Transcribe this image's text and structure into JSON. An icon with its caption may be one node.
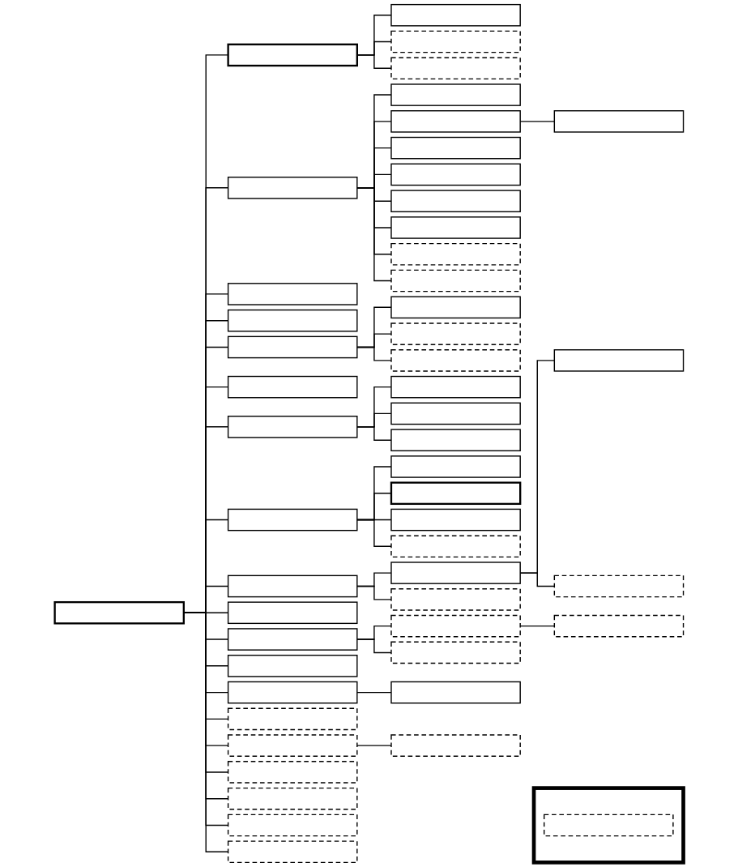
{
  "diagram": {
    "nodes": [
      {
        "text": [],
        "shape": "box"
      },
      {
        "text": [],
        "shape": "box"
      },
      {
        "text": [],
        "shape": "box"
      },
      {
        "text": [],
        "shape": "box"
      },
      {
        "text": [],
        "shape": "box"
      },
      {
        "text": [],
        "shape": "box"
      },
      {
        "text": [],
        "shape": "box"
      },
      {
        "text": [],
        "shape": "box"
      },
      {
        "text": [],
        "shape": "box"
      },
      {
        "text": [],
        "shape": "box"
      },
      {
        "text": [],
        "shape": "box"
      },
      {
        "text": [],
        "shape": "box"
      },
      {
        "text": [],
        "shape": "box"
      },
      {
        "text": [],
        "shape": "box"
      },
      {
        "text": [],
        "shape": "box"
      },
      {
        "text": [],
        "shape": "box"
      },
      {
        "text": [],
        "shape": "box"
      },
      {
        "text": [],
        "shape": "box"
      },
      {
        "text": [],
        "shape": "box"
      },
      {
        "text": [],
        "shape": "box"
      },
      {
        "text": [],
        "shape": "box"
      },
      {
        "text": [],
        "shape": "box"
      },
      {
        "text": [],
        "shape": "box"
      },
      {
        "text": [],
        "shape": "box"
      },
      {
        "text": [],
        "shape": "box"
      },
      {
        "text": [],
        "shape": "box"
      },
      {
        "text": [],
        "shape": "box"
      },
      {
        "text": [],
        "shape": "box"
      },
      {
        "text": [],
        "shape": "box"
      },
      {
        "text": [],
        "shape": "box"
      },
      {
        "text": [],
        "shape": "box"
      },
      {
        "text": [],
        "shape": "box"
      },
      {
        "text": [],
        "shape": "box"
      },
      {
        "text": [],
        "shape": "box"
      },
      {
        "text": [],
        "shape": "box"
      },
      {
        "text": [],
        "shape": "box"
      },
      {
        "text": [],
        "shape": "box"
      },
      {
        "text": [],
        "shape": "box"
      },
      {
        "text": [],
        "shape": "box"
      },
      {
        "text": [],
        "shape": "box"
      },
      {
        "text": [],
        "shape": "box"
      },
      {
        "text": [],
        "shape": "box"
      },
      {
        "text": [],
        "shape": "box"
      },
      {
        "text": [],
        "shape": "box"
      },
      {
        "text": [],
        "shape": "box"
      },
      {
        "text": [],
        "shape": "box"
      },
      {
        "text": [],
        "shape": "box"
      },
      {
        "text": [],
        "shape": "box"
      },
      {
        "text": [],
        "shape": "box"
      },
      {
        "text": [],
        "shape": "box"
      },
      {
        "text": [],
        "shape": "box"
      },
      {
        "text": [],
        "shape": "box"
      },
      {
        "text": [],
        "shape": "box",
        "in": 51
      }
    ],
    "edges": [
      {
        "from": 0,
        "to": 1,
        "arrow": "none"
      },
      {
        "from": 1,
        "to": 2,
        "arrow": "none"
      },
      {
        "from": 1,
        "to": 3,
        "arrow": "none"
      },
      {
        "from": 1,
        "to": 4,
        "arrow": "none"
      },
      {
        "from": 0,
        "to": 5,
        "arrow": "none"
      },
      {
        "from": 5,
        "to": 6,
        "arrow": "none"
      },
      {
        "from": 5,
        "to": 7,
        "arrow": "none"
      },
      {
        "from": 7,
        "to": 8,
        "arrow": "none"
      },
      {
        "from": 5,
        "to": 9,
        "arrow": "none"
      },
      {
        "from": 5,
        "to": 10,
        "arrow": "none"
      },
      {
        "from": 5,
        "to": 11,
        "arrow": "none"
      },
      {
        "from": 5,
        "to": 12,
        "arrow": "none"
      },
      {
        "from": 5,
        "to": 13,
        "arrow": "none"
      },
      {
        "from": 5,
        "to": 14,
        "arrow": "none"
      },
      {
        "from": 0,
        "to": 15,
        "arrow": "none"
      },
      {
        "from": 0,
        "to": 16,
        "arrow": "none"
      },
      {
        "from": 0,
        "to": 17,
        "arrow": "none"
      },
      {
        "from": 17,
        "to": 18,
        "arrow": "none"
      },
      {
        "from": 17,
        "to": 19,
        "arrow": "none"
      },
      {
        "from": 17,
        "to": 20,
        "arrow": "none"
      },
      {
        "from": 0,
        "to": 21,
        "arrow": "none"
      },
      {
        "from": 0,
        "to": 22,
        "arrow": "none"
      },
      {
        "from": 22,
        "to": 23,
        "arrow": "none"
      },
      {
        "from": 22,
        "to": 24,
        "arrow": "none"
      },
      {
        "from": 22,
        "to": 25,
        "arrow": "none"
      },
      {
        "from": 0,
        "to": 26,
        "arrow": "none"
      },
      {
        "from": 26,
        "to": 27,
        "arrow": "none"
      },
      {
        "from": 26,
        "to": 28,
        "arrow": "none"
      },
      {
        "from": 26,
        "to": 29,
        "arrow": "none"
      },
      {
        "from": 26,
        "to": 30,
        "arrow": "none"
      },
      {
        "from": 0,
        "to": 31,
        "arrow": "none"
      },
      {
        "from": 31,
        "to": 32,
        "arrow": "none"
      },
      {
        "from": 32,
        "to": 33,
        "arrow": "none"
      },
      {
        "from": 32,
        "to": 34,
        "arrow": "none"
      },
      {
        "from": 31,
        "to": 35,
        "arrow": "none"
      },
      {
        "from": 0,
        "to": 36,
        "arrow": "none"
      },
      {
        "from": 0,
        "to": 37,
        "arrow": "none"
      },
      {
        "from": 37,
        "to": 38,
        "arrow": "none"
      },
      {
        "from": 38,
        "to": 39,
        "arrow": "none"
      },
      {
        "from": 37,
        "to": 40,
        "arrow": "none"
      },
      {
        "from": 0,
        "to": 41,
        "arrow": "none"
      },
      {
        "from": 0,
        "to": 42,
        "arrow": "none"
      },
      {
        "from": 42,
        "to": 43,
        "arrow": "none"
      },
      {
        "from": 0,
        "to": 44,
        "arrow": "none"
      },
      {
        "from": 0,
        "to": 45,
        "arrow": "none"
      },
      {
        "from": 45,
        "to": 46,
        "arrow": "none"
      },
      {
        "from": 0,
        "to": 47,
        "arrow": "none"
      },
      {
        "from": 0,
        "to": 48,
        "arrow": "none"
      },
      {
        "from": 0,
        "to": 49,
        "arrow": "none"
      },
      {
        "from": 0,
        "to": 50,
        "arrow": "none"
      }
    ]
  }
}
